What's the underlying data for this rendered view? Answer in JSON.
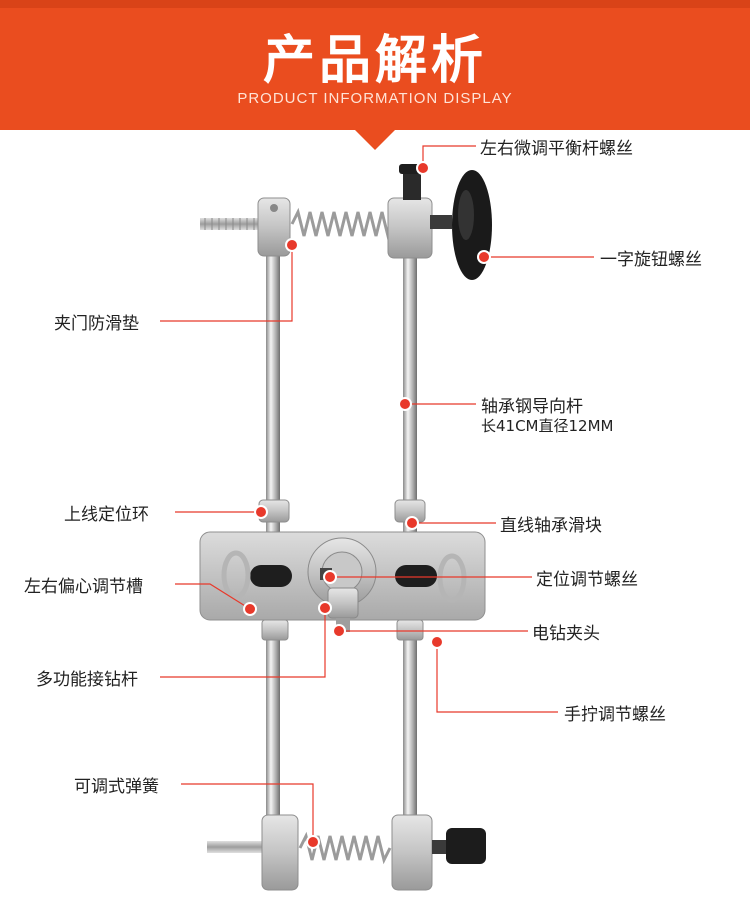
{
  "header": {
    "title": "产品解析",
    "subtitle": "PRODUCT INFORMATION DISPLAY"
  },
  "colors": {
    "banner": "#ea4d1f",
    "banner_dark": "#cf3e14",
    "callout": "#e8392b",
    "line": "#e8392b"
  },
  "callouts": {
    "fine_adjust_screw": "左右微调平衡杆螺丝",
    "knob_screw": "一字旋钮螺丝",
    "door_pad": "夹门防滑垫",
    "guide_rod_title": "轴承钢导向杆",
    "guide_rod_spec": "长41CM直径12MM",
    "upper_locating_ring": "上线定位环",
    "linear_slider": "直线轴承滑块",
    "eccentric_slot": "左右偏心调节槽",
    "locating_screw": "定位调节螺丝",
    "drill_chuck": "电钻夹头",
    "drill_rod": "多功能接钻杆",
    "hand_screw": "手拧调节螺丝",
    "spring": "可调式弹簧"
  }
}
